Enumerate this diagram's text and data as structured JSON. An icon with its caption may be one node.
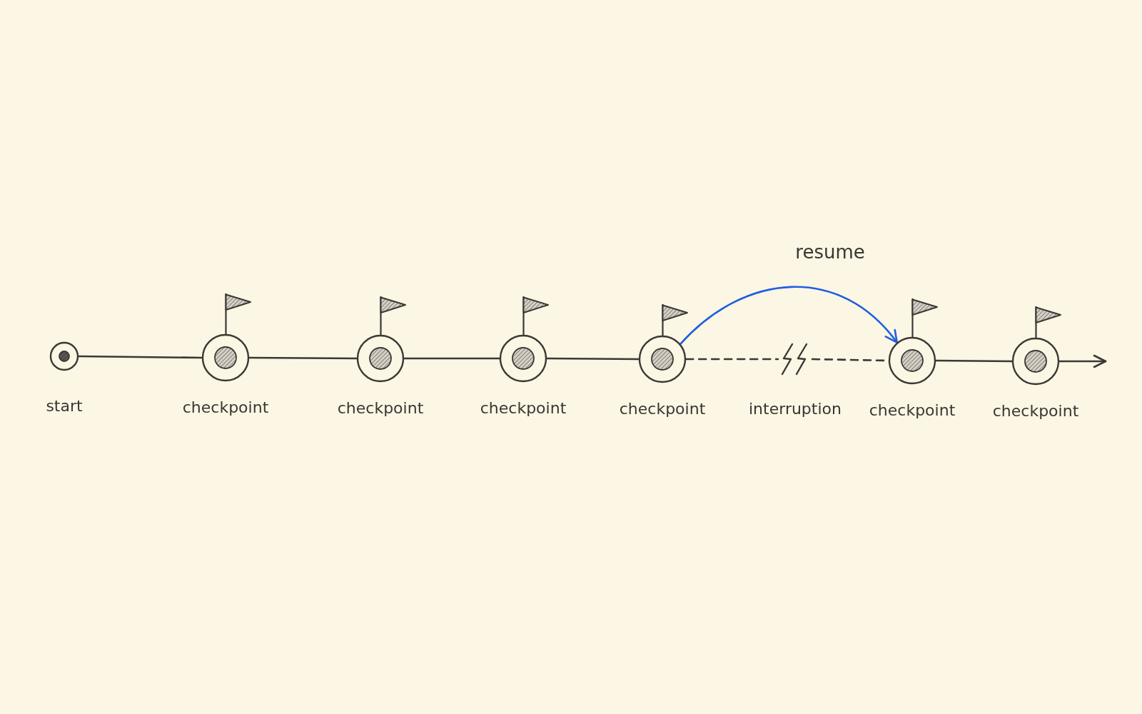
{
  "diagram": {
    "nodes": [
      {
        "text": [],
        "shape": "circle",
        "beside": [
          "start"
        ]
      },
      {
        "text": [],
        "shape": "circle",
        "beside": [
          "checkpoint"
        ]
      },
      {
        "text": [],
        "shape": "circle",
        "beside": [
          "checkpoint"
        ]
      },
      {
        "text": [],
        "shape": "circle",
        "beside": [
          "checkpoint"
        ]
      },
      {
        "text": [],
        "shape": "circle",
        "beside": [
          "checkpoint"
        ]
      },
      {
        "text": [],
        "shape": "zigzag",
        "beside": [
          "interruption"
        ]
      },
      {
        "text": [],
        "shape": "circle",
        "beside": [
          "checkpoint"
        ]
      },
      {
        "text": [],
        "shape": "circle",
        "beside": [
          "checkpoint"
        ]
      }
    ],
    "edges": [
      {
        "from": 0,
        "to": 1,
        "arrow": "none"
      },
      {
        "from": 1,
        "to": 2,
        "arrow": "none"
      },
      {
        "from": 2,
        "to": 3,
        "arrow": "none"
      },
      {
        "from": 3,
        "to": 4,
        "arrow": "none"
      },
      {
        "from": 4,
        "to": 5,
        "arrow": "none",
        "style": "dashed"
      },
      {
        "from": 5,
        "to": 6,
        "arrow": "none",
        "style": "dashed"
      },
      {
        "from": 6,
        "to": 7,
        "arrow": "none"
      },
      {
        "from": 7,
        "to": null,
        "arrow": "to"
      },
      {
        "from": 4,
        "to": 6,
        "arrow": "to",
        "label": "resume",
        "color": "#1f5fe0"
      }
    ]
  }
}
